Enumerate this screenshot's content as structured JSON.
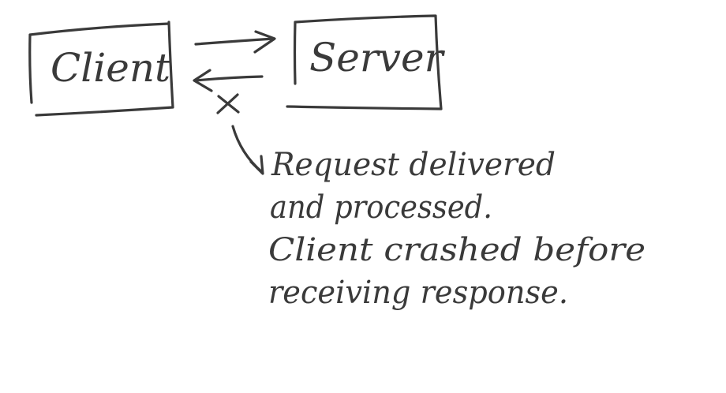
{
  "diagram": {
    "nodes": {
      "client": {
        "label": "Client"
      },
      "server": {
        "label": "Server"
      }
    },
    "edges": [
      {
        "from": "client",
        "to": "server",
        "status": "delivered"
      },
      {
        "from": "server",
        "to": "client",
        "status": "failed"
      }
    ],
    "annotation": {
      "lines": [
        "Request delivered",
        "and processed.",
        "Client crashed before",
        "receiving response."
      ]
    },
    "colors": {
      "ink": "#3a3a3a",
      "background": "#ffffff"
    }
  }
}
